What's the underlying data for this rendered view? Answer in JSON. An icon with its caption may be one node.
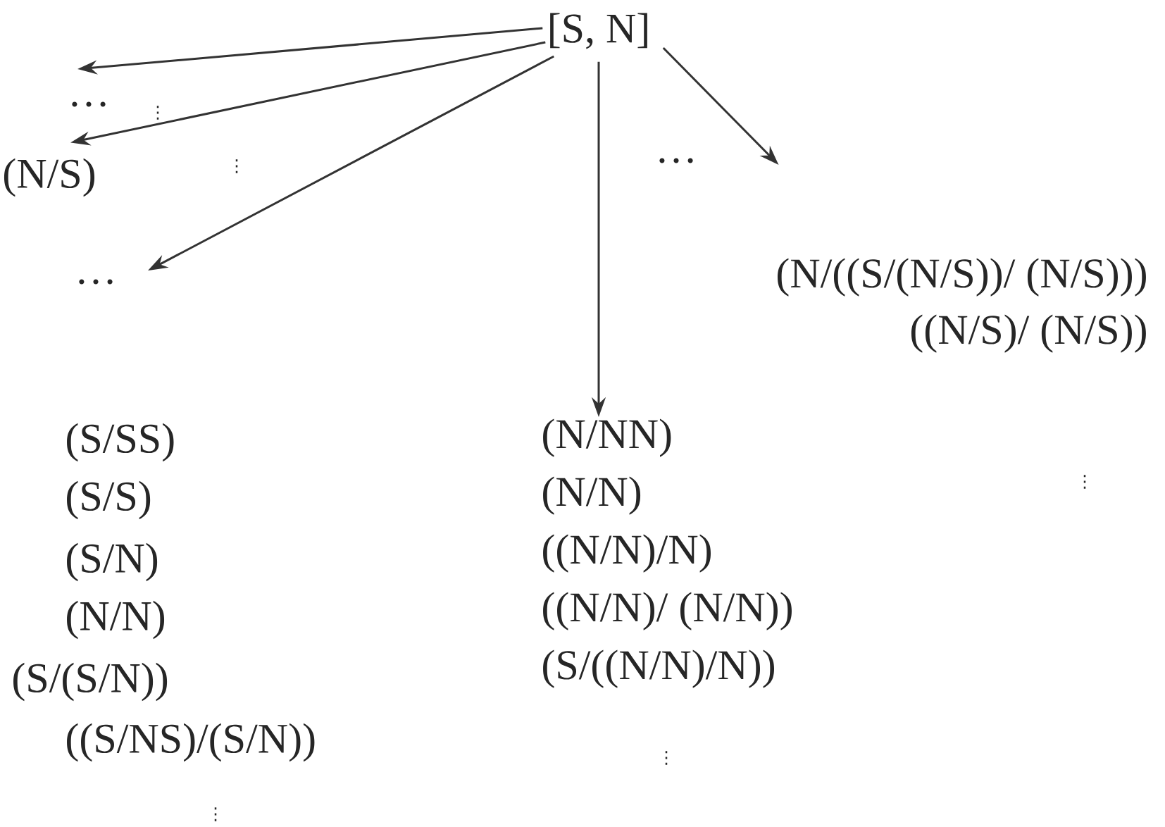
{
  "diagram": {
    "nodes": [
      {
        "text": [
          "[S, N]"
        ]
      },
      {
        "text": [
          "…"
        ]
      },
      {
        "text": [
          "(N/S)"
        ]
      },
      {
        "text": [
          "…"
        ]
      },
      {
        "text": [
          "(N/NN)",
          "(N/N)",
          "((N/N)/N)",
          "((N/N)/ (N/N))",
          "(S/((N/N)/N))"
        ]
      },
      {
        "text": [
          "(N/((S/(N/S))/ (N/S)))",
          "((N/S)/ (N/S))"
        ]
      }
    ],
    "edges": [
      {
        "from": 0,
        "to": 1,
        "arrow": "to"
      },
      {
        "from": 0,
        "to": 2,
        "arrow": "to"
      },
      {
        "from": 0,
        "to": 3,
        "arrow": "to"
      },
      {
        "from": 0,
        "to": 4,
        "arrow": "to"
      },
      {
        "from": 0,
        "to": 5,
        "arrow": "to"
      }
    ],
    "labels": [
      "⋮",
      "⋮",
      "…",
      "(S/SS)",
      "(S/S)",
      "(S/N)",
      "(N/N)",
      "(S/(S/N))",
      "((S/NS)/(S/N))",
      "⋮",
      "⋮",
      "⋮"
    ]
  }
}
